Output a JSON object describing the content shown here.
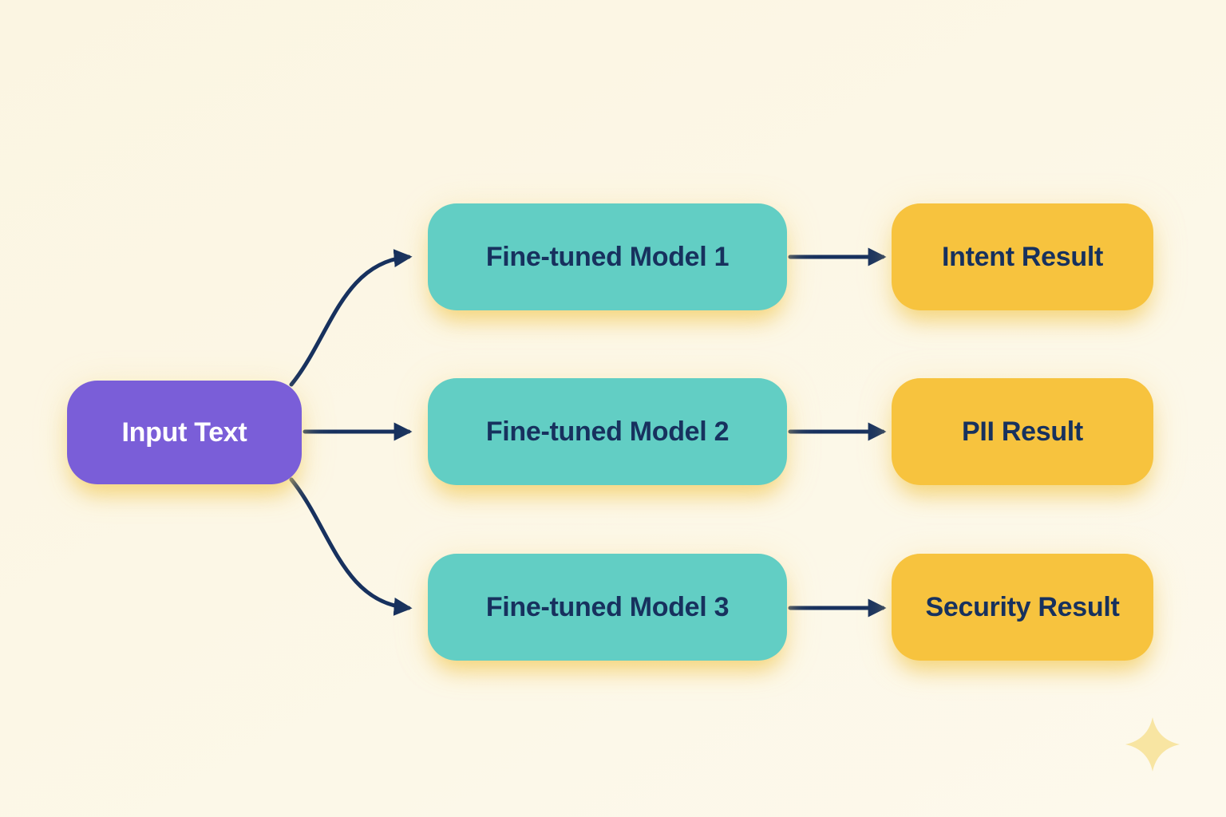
{
  "palette": {
    "background": "#FCF7E6",
    "input_box": "#7A5ED8",
    "model_box": "#62CEC4",
    "result_box": "#F7C33E",
    "arrow_and_text_navy": "#17315E",
    "input_label_text": "#FFFFFF",
    "sparkle": "#F8E5A2"
  },
  "input_node": {
    "label": "Input Text"
  },
  "rows": [
    {
      "model_label": "Fine-tuned Model 1",
      "result_label": "Intent Result"
    },
    {
      "model_label": "Fine-tuned Model 2",
      "result_label": "PII Result"
    },
    {
      "model_label": "Fine-tuned Model 3",
      "result_label": "Security Result"
    }
  ],
  "icons": {
    "sparkle": "sparkle-icon"
  }
}
